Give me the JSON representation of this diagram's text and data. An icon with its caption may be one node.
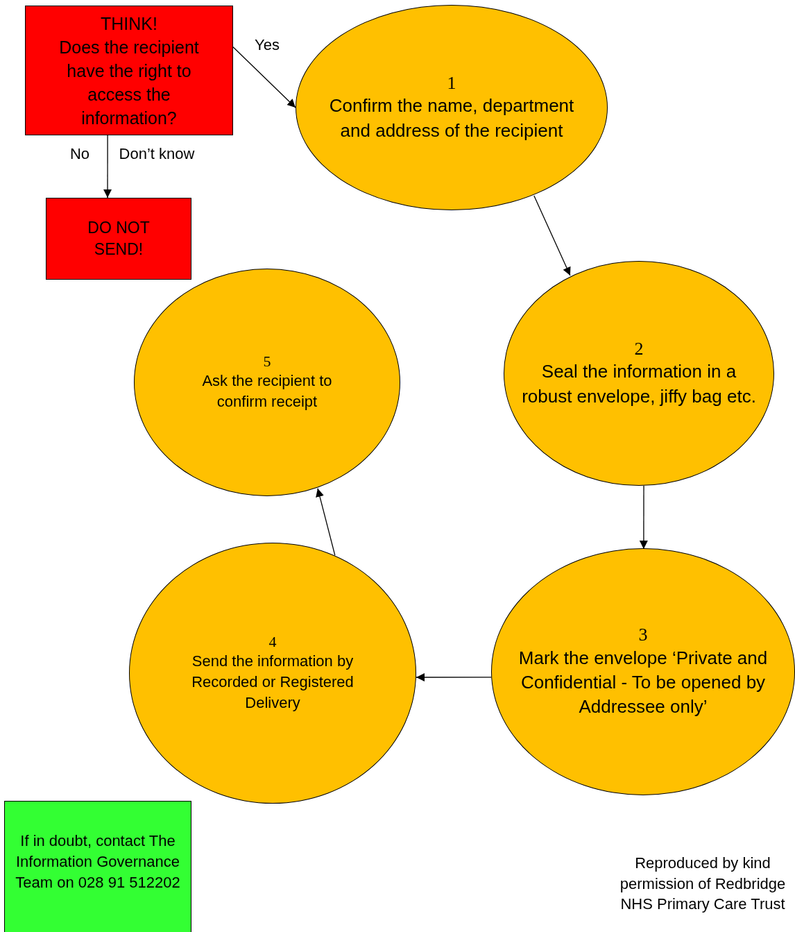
{
  "diagram": {
    "nodes": [
      {
        "text": [
          "THINK!",
          "Does the recipient have the right to access the information?"
        ]
      },
      {
        "text": [
          "DO NOT SEND!"
        ]
      },
      {
        "text": [
          "1",
          "Confirm the name, department and address of the recipient"
        ]
      },
      {
        "text": [
          "2",
          "Seal the information in a robust envelope, jiffy bag etc."
        ]
      },
      {
        "text": [
          "3",
          "Mark the envelope ‘Private and Confidential - To be opened by Addressee only’"
        ]
      },
      {
        "text": [
          "4",
          "Send the information by Recorded or Registered Delivery"
        ]
      },
      {
        "text": [
          "5",
          "Ask the recipient to confirm receipt"
        ]
      },
      {
        "text": [
          "If in doubt, contact The Information Governance Team on 028 91 512202"
        ]
      }
    ],
    "edges": [
      {
        "from": 0,
        "to": 2,
        "arrow": "to",
        "label": "Yes"
      },
      {
        "from": 0,
        "to": 1,
        "arrow": "to",
        "label": "No"
      },
      {
        "from": 2,
        "to": 3,
        "arrow": "to"
      },
      {
        "from": 3,
        "to": 4,
        "arrow": "to"
      },
      {
        "from": 4,
        "to": 5,
        "arrow": "to"
      },
      {
        "from": 5,
        "to": 6,
        "arrow": "to"
      }
    ],
    "labels": [
      "Don’t know",
      "Reproduced by kind permission of Redbridge NHS Primary Care Trust"
    ]
  }
}
